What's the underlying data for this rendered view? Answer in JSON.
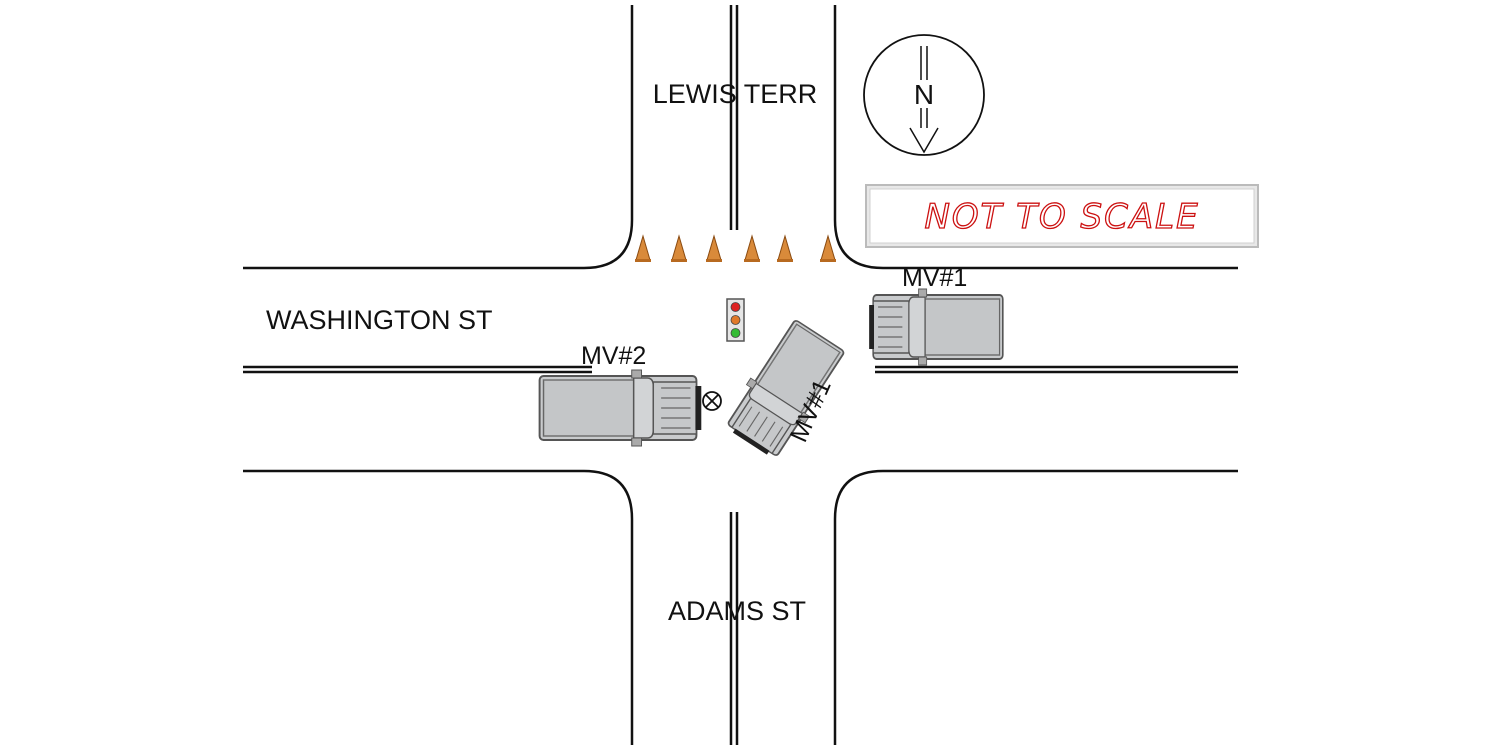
{
  "streets": {
    "north": "LEWIS TERR",
    "west": "WASHINGTON ST",
    "south": "ADAMS ST"
  },
  "compass": {
    "letter": "N"
  },
  "scale_note": {
    "text": "NOT TO SCALE",
    "color": "#cc1111"
  },
  "vehicles": {
    "mv1_label": "MV#1",
    "mv1_label_rotated": "MV#1",
    "mv2_label": "MV#2"
  },
  "colors": {
    "road_line": "#111111",
    "vehicle_body": "#c9cbcd",
    "vehicle_outline": "#555555",
    "cone": "#d98a3a",
    "signal_red": "#dd2222",
    "signal_amber": "#e07a2a",
    "signal_green": "#33bb33"
  },
  "icons": {
    "cone": "traffic-cone-icon",
    "signal": "traffic-signal-icon",
    "impact": "impact-point-icon",
    "compass": "north-compass-icon"
  }
}
